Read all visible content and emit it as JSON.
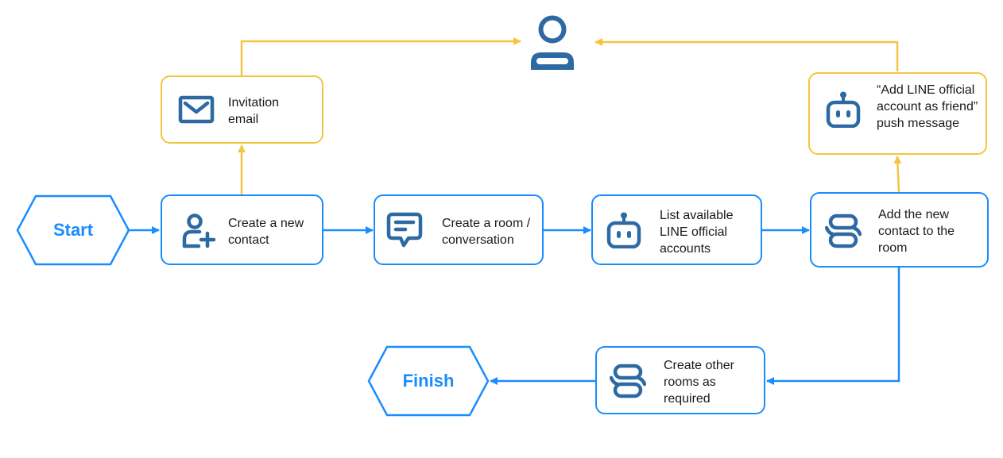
{
  "colors": {
    "flow_blue": "#1a8cff",
    "notify_yellow": "#f5c542",
    "icon_blue": "#2d6aa3",
    "text": "#1a1a1a"
  },
  "nodes": {
    "start": {
      "label": "Start",
      "shape": "hexagon"
    },
    "create_contact": {
      "label": "Create a new contact",
      "icon": "add-user-icon"
    },
    "invitation_email": {
      "label": "Invitation email",
      "icon": "envelope-icon"
    },
    "create_room": {
      "label": "Create a room / conversation",
      "icon": "chat-bubble-icon"
    },
    "list_accounts": {
      "label": "List available LINE official accounts",
      "icon": "bot-icon"
    },
    "add_contact_room": {
      "label": "Add the new contact to the room",
      "icon": "conversation-icon"
    },
    "push_message": {
      "label": "“Add LINE official account as friend” push message",
      "icon": "bot-icon"
    },
    "create_other_rooms": {
      "label": "Create other rooms as required",
      "icon": "conversation-icon"
    },
    "finish": {
      "label": "Finish",
      "shape": "hexagon"
    },
    "user": {
      "icon": "user-icon"
    }
  }
}
